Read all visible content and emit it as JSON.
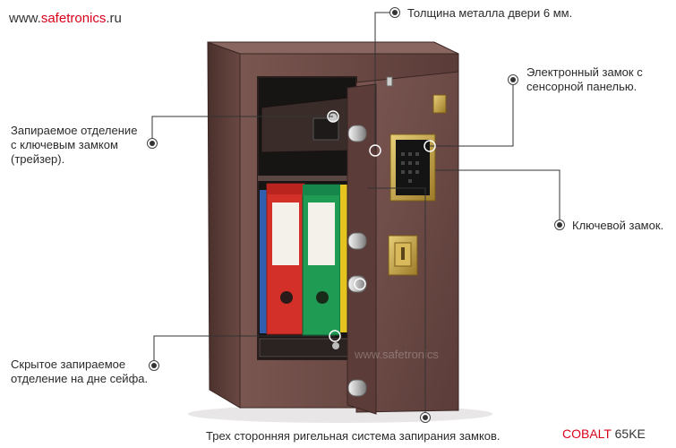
{
  "watermark": {
    "prefix": "www.",
    "accent": "safetronics",
    "suffix": ".ru",
    "faint": "www.safetronics"
  },
  "callouts": {
    "metal_thickness": "Толщина металла двери 6 мм.",
    "electronic_lock": "Электронный замок с\nсенсорной панелью.",
    "tray_compartment": "Запираемое отделение\nс ключевым замком\n(трейзер).",
    "key_lock": "Ключевой замок.",
    "hidden_compartment": "Скрытое запираемое\nотделение на дне сейфа.",
    "bolt_system": "Трех сторонняя ригельная система запирания замков."
  },
  "model": {
    "brand": "COBALT",
    "number": "65KE"
  },
  "colors": {
    "accent": "#d9001b",
    "safe_body": "#6b4a45",
    "text": "#2b2b2b"
  }
}
